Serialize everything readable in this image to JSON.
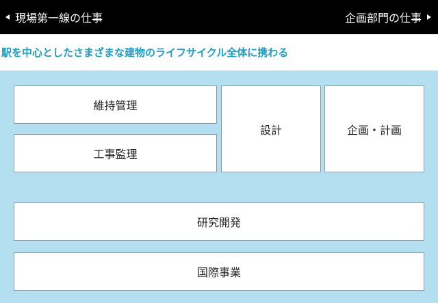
{
  "nav": {
    "prev_label": "現場第一線の仕事",
    "next_label": "企画部門の仕事"
  },
  "subtitle": "駅を中心としたさまざまな建物のライフサイクル全体に携わる",
  "areas": {
    "maintenance": "維持管理",
    "supervision": "工事監理",
    "design": "設計",
    "planning": "企画・計画",
    "rnd": "研究開発",
    "international": "国際事業"
  },
  "colors": {
    "topbar": "#000000",
    "accent": "#1a9fc9",
    "panel": "#b3dff0"
  },
  "icons": {
    "prev": "triangle-left-icon",
    "next": "triangle-right-icon"
  }
}
